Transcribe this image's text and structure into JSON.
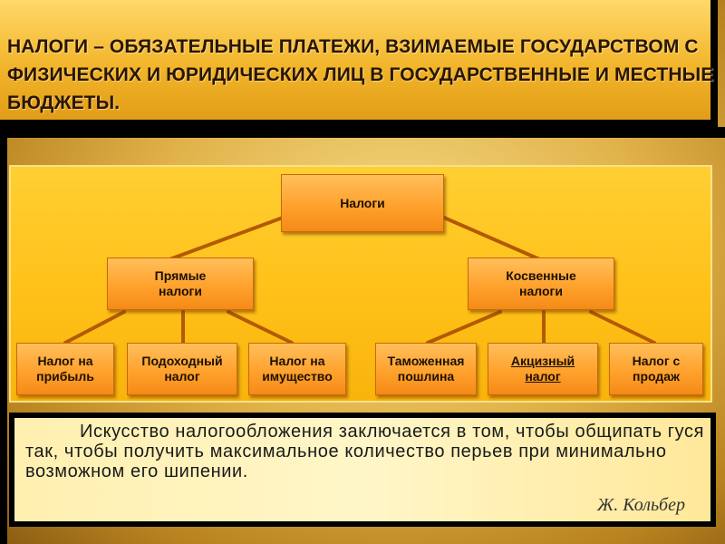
{
  "slide": {
    "title": "НАЛОГИ – ОБЯЗАТЕЛЬНЫЕ ПЛАТЕЖИ, ВЗИМАЕМЫЕ ГОСУДАРСТВОМ С ФИЗИЧЕСКИХ И ЮРИДИЧЕСКИХ ЛИЦ В ГОСУДАРСТВЕННЫЕ И МЕСТНЫЕ БЮДЖЕТЫ."
  },
  "diagram": {
    "root": "Налоги",
    "direct": {
      "label": "Прямые\nналоги",
      "children": [
        "Налог на\nприбыль",
        "Подоходный\nналог",
        "Налог на\nимущество"
      ]
    },
    "indirect": {
      "label": "Косвенные\nналоги",
      "children": [
        "Таможенная\nпошлина",
        "Акцизный\nналог",
        "Налог с\nпродаж"
      ]
    }
  },
  "quote": {
    "text": "Искусство налогообложения заключается в том, чтобы общипать гуся так, чтобы получить максимальное количество перьев при минимально возможном его шипении.",
    "author": "Ж. Кольбер"
  },
  "colors": {
    "node_fill": "#ff9f2a",
    "panel_fill": "#ffc21a",
    "connector": "#b35a00"
  }
}
